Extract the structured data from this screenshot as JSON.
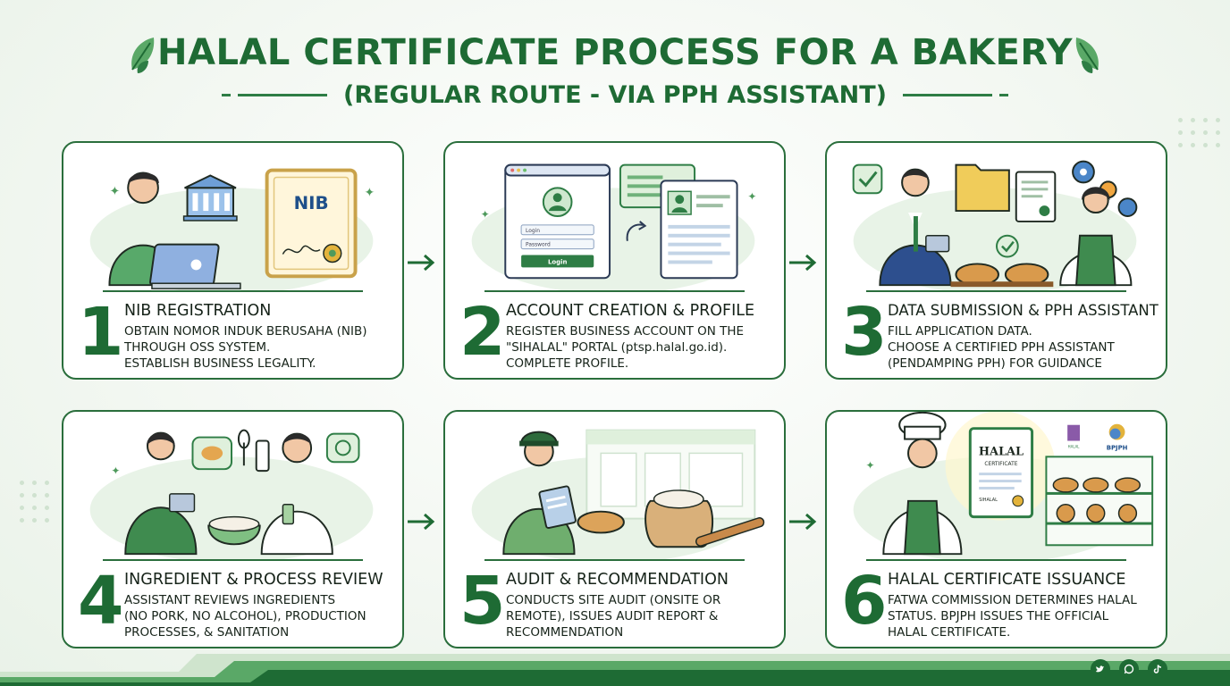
{
  "header": {
    "title": "HALAL CERTIFICATE PROCESS FOR A BAKERY",
    "subtitle": "(REGULAR ROUTE - VIA PPH ASSISTANT)"
  },
  "steps": [
    {
      "number": "1",
      "title": "NIB REGISTRATION",
      "lines": [
        "OBTAIN NOMOR INDUK BERUSAHA (NIB)",
        "THROUGH OSS SYSTEM.",
        "ESTABLISH BUSINESS LEGALITY."
      ],
      "illustration": {
        "certificate_label": "NIB"
      }
    },
    {
      "number": "2",
      "title": "ACCOUNT CREATION & PROFILE",
      "lines": [
        "REGISTER BUSINESS ACCOUNT ON THE",
        "\"SIHALAL\" PORTAL (ptsp.halal.go.id).",
        "COMPLETE PROFILE."
      ],
      "illustration": {
        "login_placeholder": "Login",
        "password_placeholder": "Password",
        "login_button": "Login"
      }
    },
    {
      "number": "3",
      "title": "DATA SUBMISSION & PPH ASSISTANT",
      "lines": [
        "FILL APPLICATION DATA.",
        "CHOOSE A CERTIFIED PPH ASSISTANT",
        "(PENDAMPING PPH) FOR GUIDANCE"
      ]
    },
    {
      "number": "4",
      "title": "INGREDIENT & PROCESS REVIEW",
      "lines": [
        "ASSISTANT REVIEWS INGREDIENTS",
        "(NO PORK, NO ALCOHOL), PRODUCTION",
        "PROCESSES, & SANITATION"
      ]
    },
    {
      "number": "5",
      "title": "AUDIT & RECOMMENDATION",
      "lines": [
        "CONDUCTS SITE AUDIT (ONSITE OR",
        "REMOTE), ISSUES AUDIT REPORT &",
        "RECOMMENDATION"
      ]
    },
    {
      "number": "6",
      "title": "HALAL CERTIFICATE ISSUANCE",
      "lines": [
        "FATWA COMMISSION DETERMINES HALAL",
        "STATUS. BPJPH ISSUES THE OFFICIAL",
        "HALAL CERTIFICATE."
      ],
      "illustration": {
        "certificate_title": "HALAL",
        "certificate_sub": "CERTIFICATE",
        "certificate_footer": "SIHALAL",
        "logo_text": "BPJPH",
        "logo_small": "HALAL"
      }
    }
  ],
  "colors": {
    "brand": "#1e6b34",
    "accent": "#5aa867",
    "border": "#2a6e3c"
  },
  "social": [
    {
      "icon": "twitter-icon"
    },
    {
      "icon": "whatsapp-icon"
    },
    {
      "icon": "tiktok-icon"
    }
  ]
}
